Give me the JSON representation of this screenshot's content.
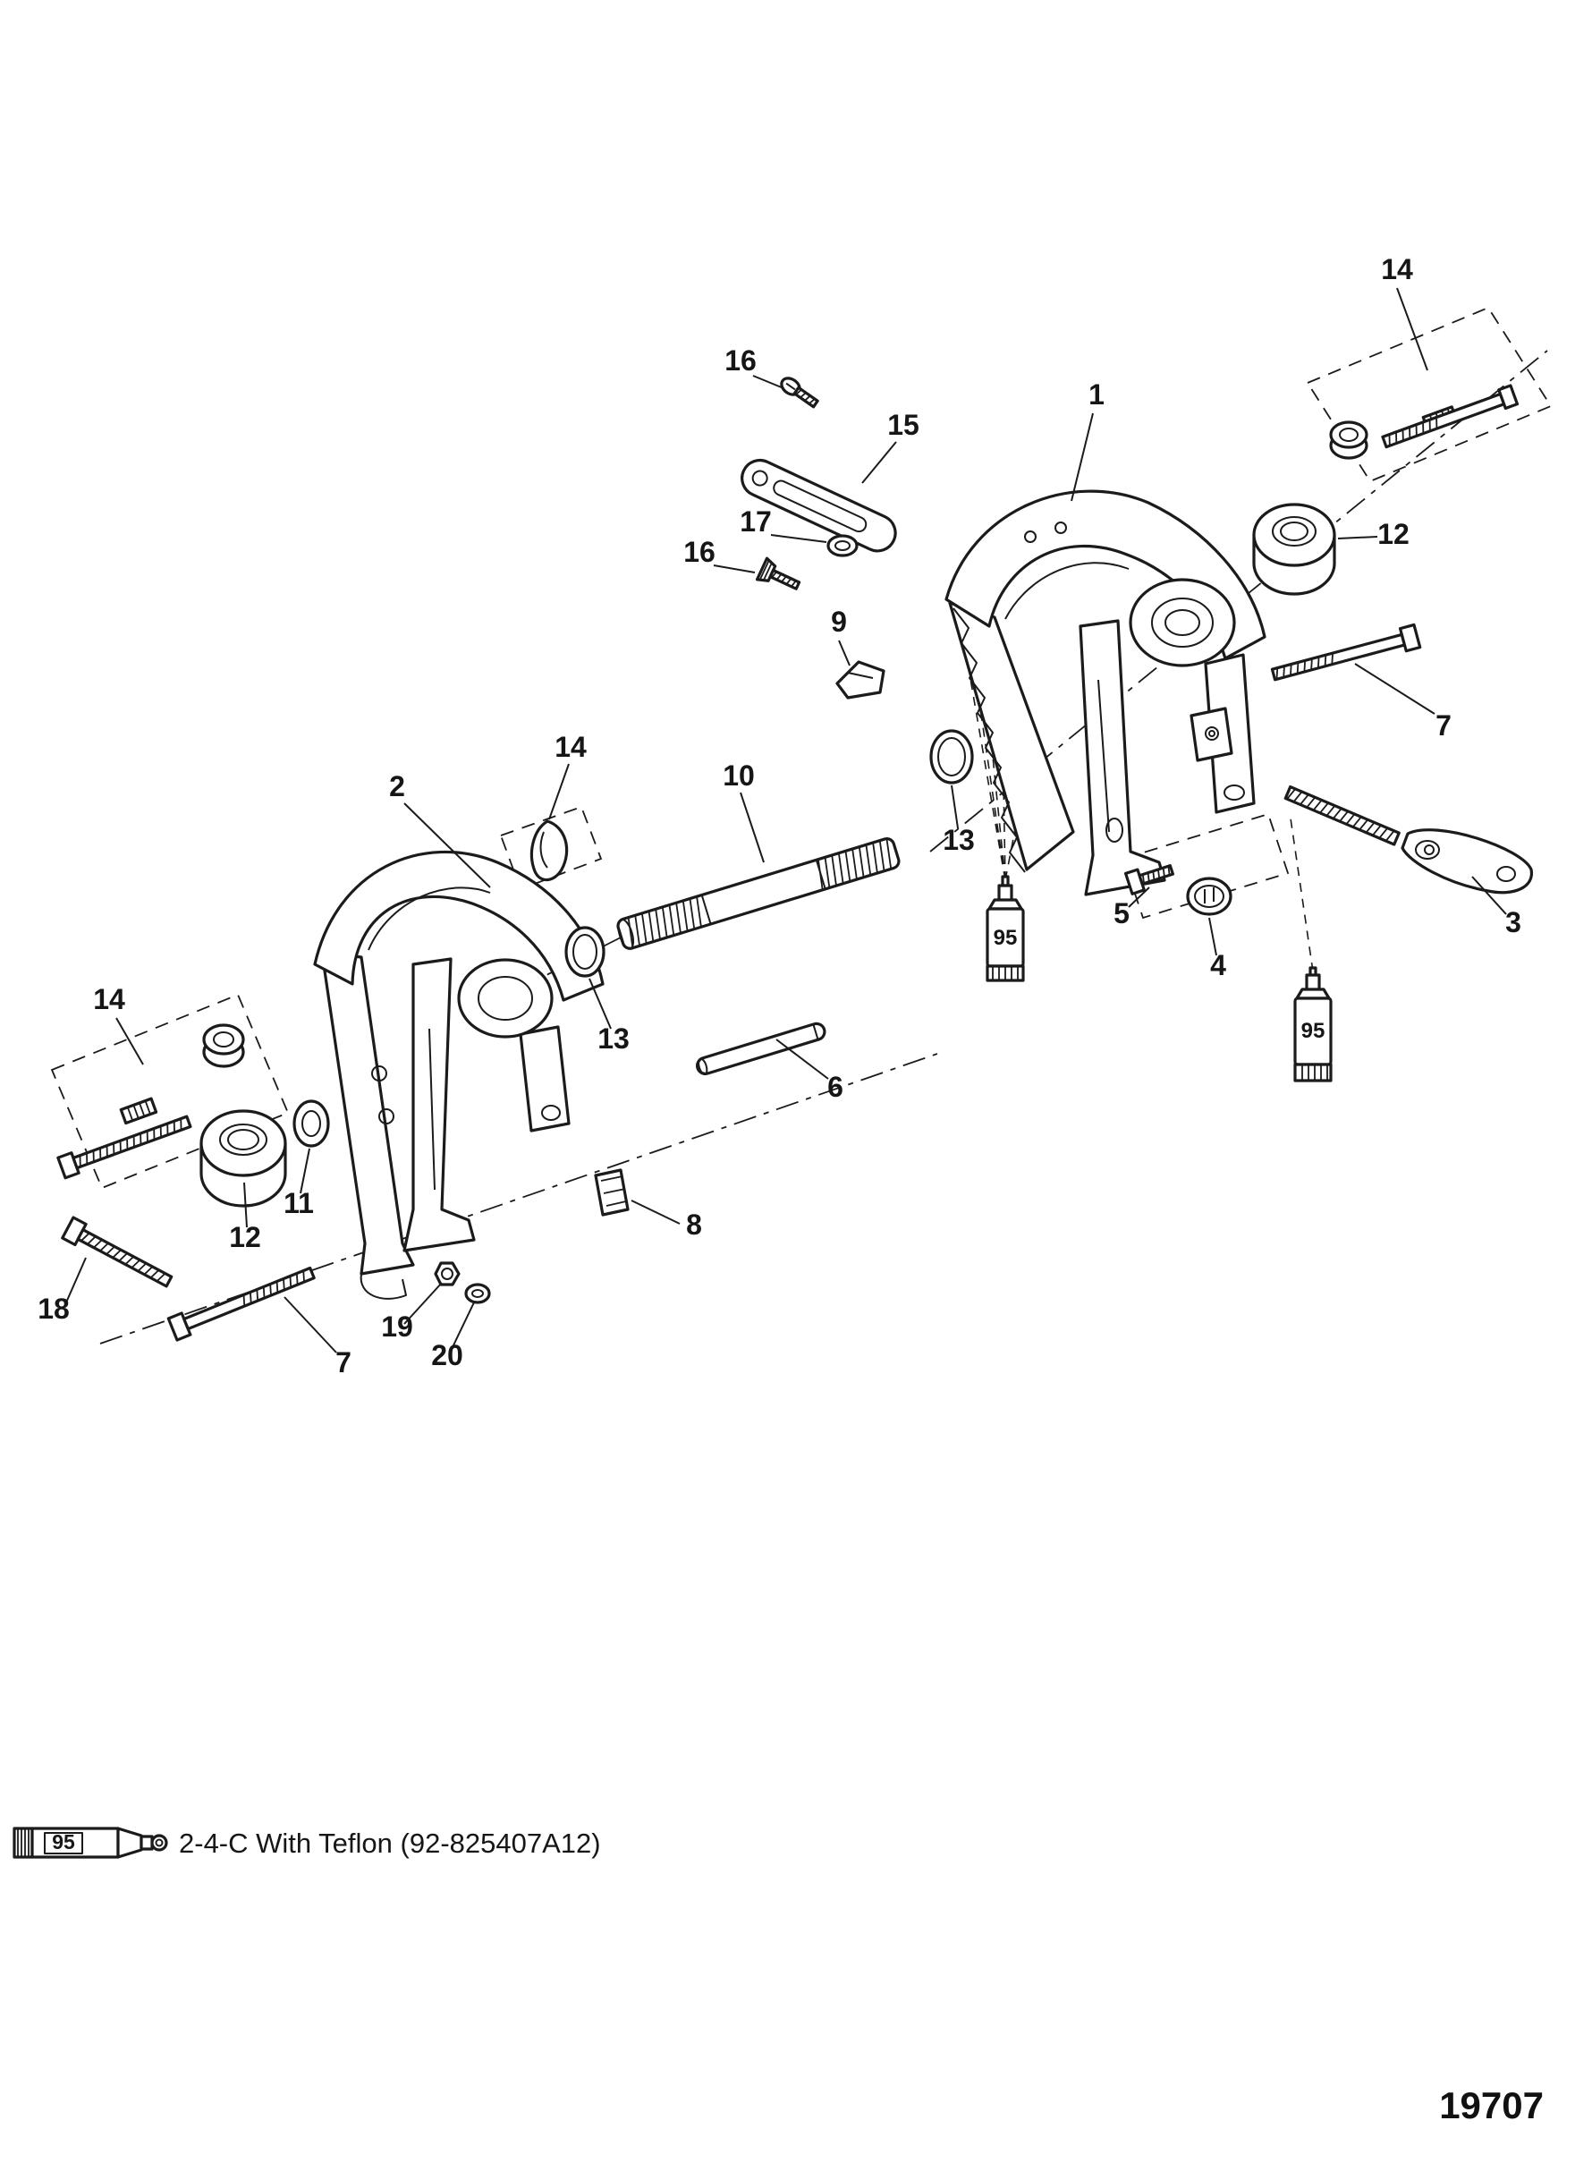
{
  "drawing": {
    "number": "19707",
    "background": "#ffffff",
    "line_color": "#1b1b1b",
    "callouts": [
      {
        "id": "1",
        "label": "1"
      },
      {
        "id": "2",
        "label": "2"
      },
      {
        "id": "3",
        "label": "3"
      },
      {
        "id": "4",
        "label": "4"
      },
      {
        "id": "5",
        "label": "5"
      },
      {
        "id": "6",
        "label": "6"
      },
      {
        "id": "7-right",
        "label": "7"
      },
      {
        "id": "7-left",
        "label": "7"
      },
      {
        "id": "8",
        "label": "8"
      },
      {
        "id": "9",
        "label": "9"
      },
      {
        "id": "10",
        "label": "10"
      },
      {
        "id": "11",
        "label": "11"
      },
      {
        "id": "12-right",
        "label": "12"
      },
      {
        "id": "12-left",
        "label": "12"
      },
      {
        "id": "13-right",
        "label": "13"
      },
      {
        "id": "13-left",
        "label": "13"
      },
      {
        "id": "14-top-right",
        "label": "14"
      },
      {
        "id": "14-middle",
        "label": "14"
      },
      {
        "id": "14-left",
        "label": "14"
      },
      {
        "id": "15",
        "label": "15"
      },
      {
        "id": "16-top",
        "label": "16"
      },
      {
        "id": "16-bottom",
        "label": "16"
      },
      {
        "id": "17",
        "label": "17"
      },
      {
        "id": "18",
        "label": "18"
      },
      {
        "id": "19",
        "label": "19"
      },
      {
        "id": "20",
        "label": "20"
      }
    ],
    "lubricant_tubes": [
      {
        "label": "95"
      },
      {
        "label": "95"
      }
    ],
    "legend": {
      "tube_label": "95",
      "text": "2-4-C  With Teflon (92-825407A12)"
    }
  }
}
